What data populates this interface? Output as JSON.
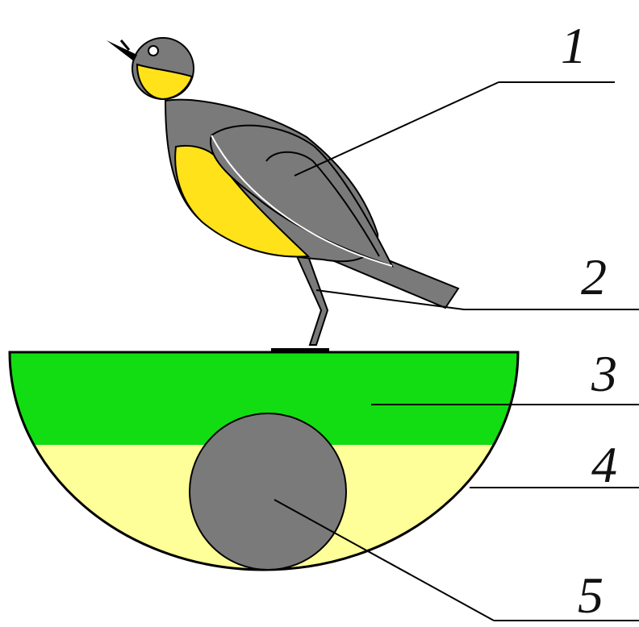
{
  "colors": {
    "bird_body": "#7a7a7a",
    "bird_outline": "#000000",
    "bird_yellow": "#ffe21a",
    "bowl_top": "#12dd12",
    "bowl_bottom": "#ffff99",
    "ball": "#7a7a7a",
    "outline": "#000000",
    "background": "#ffffff"
  },
  "callouts": [
    {
      "id": "1",
      "label": "1"
    },
    {
      "id": "2",
      "label": "2"
    },
    {
      "id": "3",
      "label": "3"
    },
    {
      "id": "4",
      "label": "4"
    },
    {
      "id": "5",
      "label": "5"
    }
  ]
}
